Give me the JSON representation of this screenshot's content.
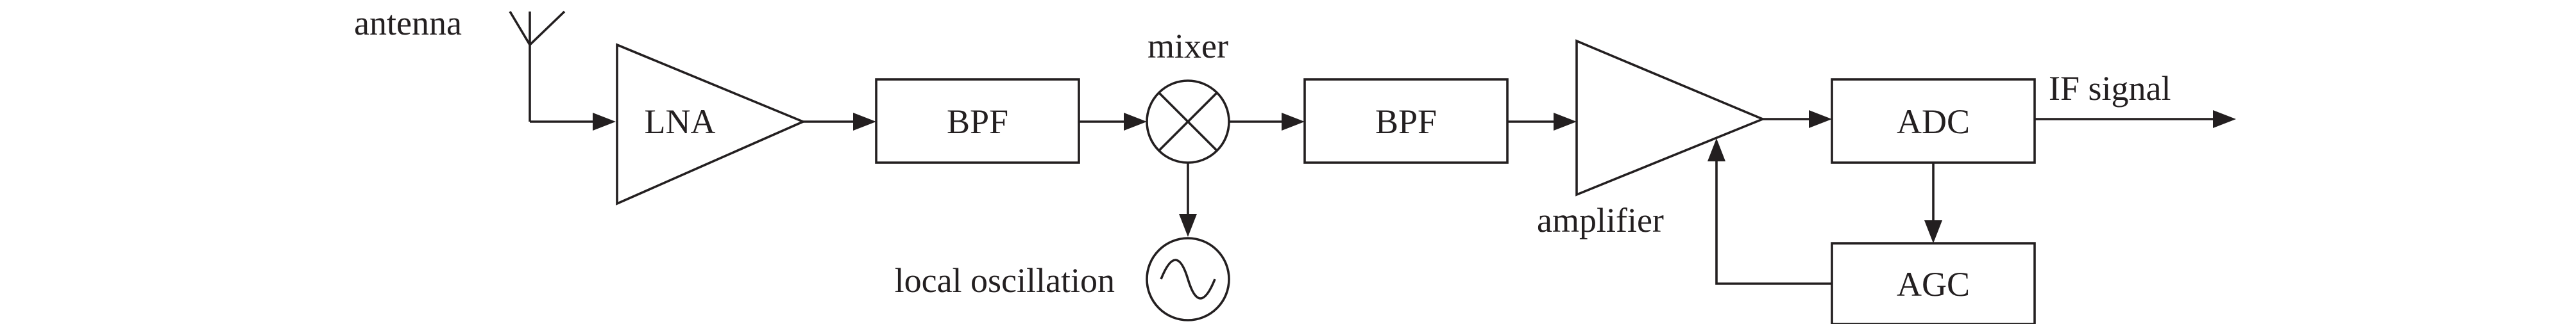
{
  "diagram": {
    "labels": {
      "antenna": "antenna",
      "lna": "LNA",
      "bpf1": "BPF",
      "mixer": "mixer",
      "bpf2": "BPF",
      "amplifier": "amplifier",
      "adc": "ADC",
      "agc": "AGC",
      "if_signal": "IF signal",
      "local_oscillation": "local oscillation"
    }
  }
}
